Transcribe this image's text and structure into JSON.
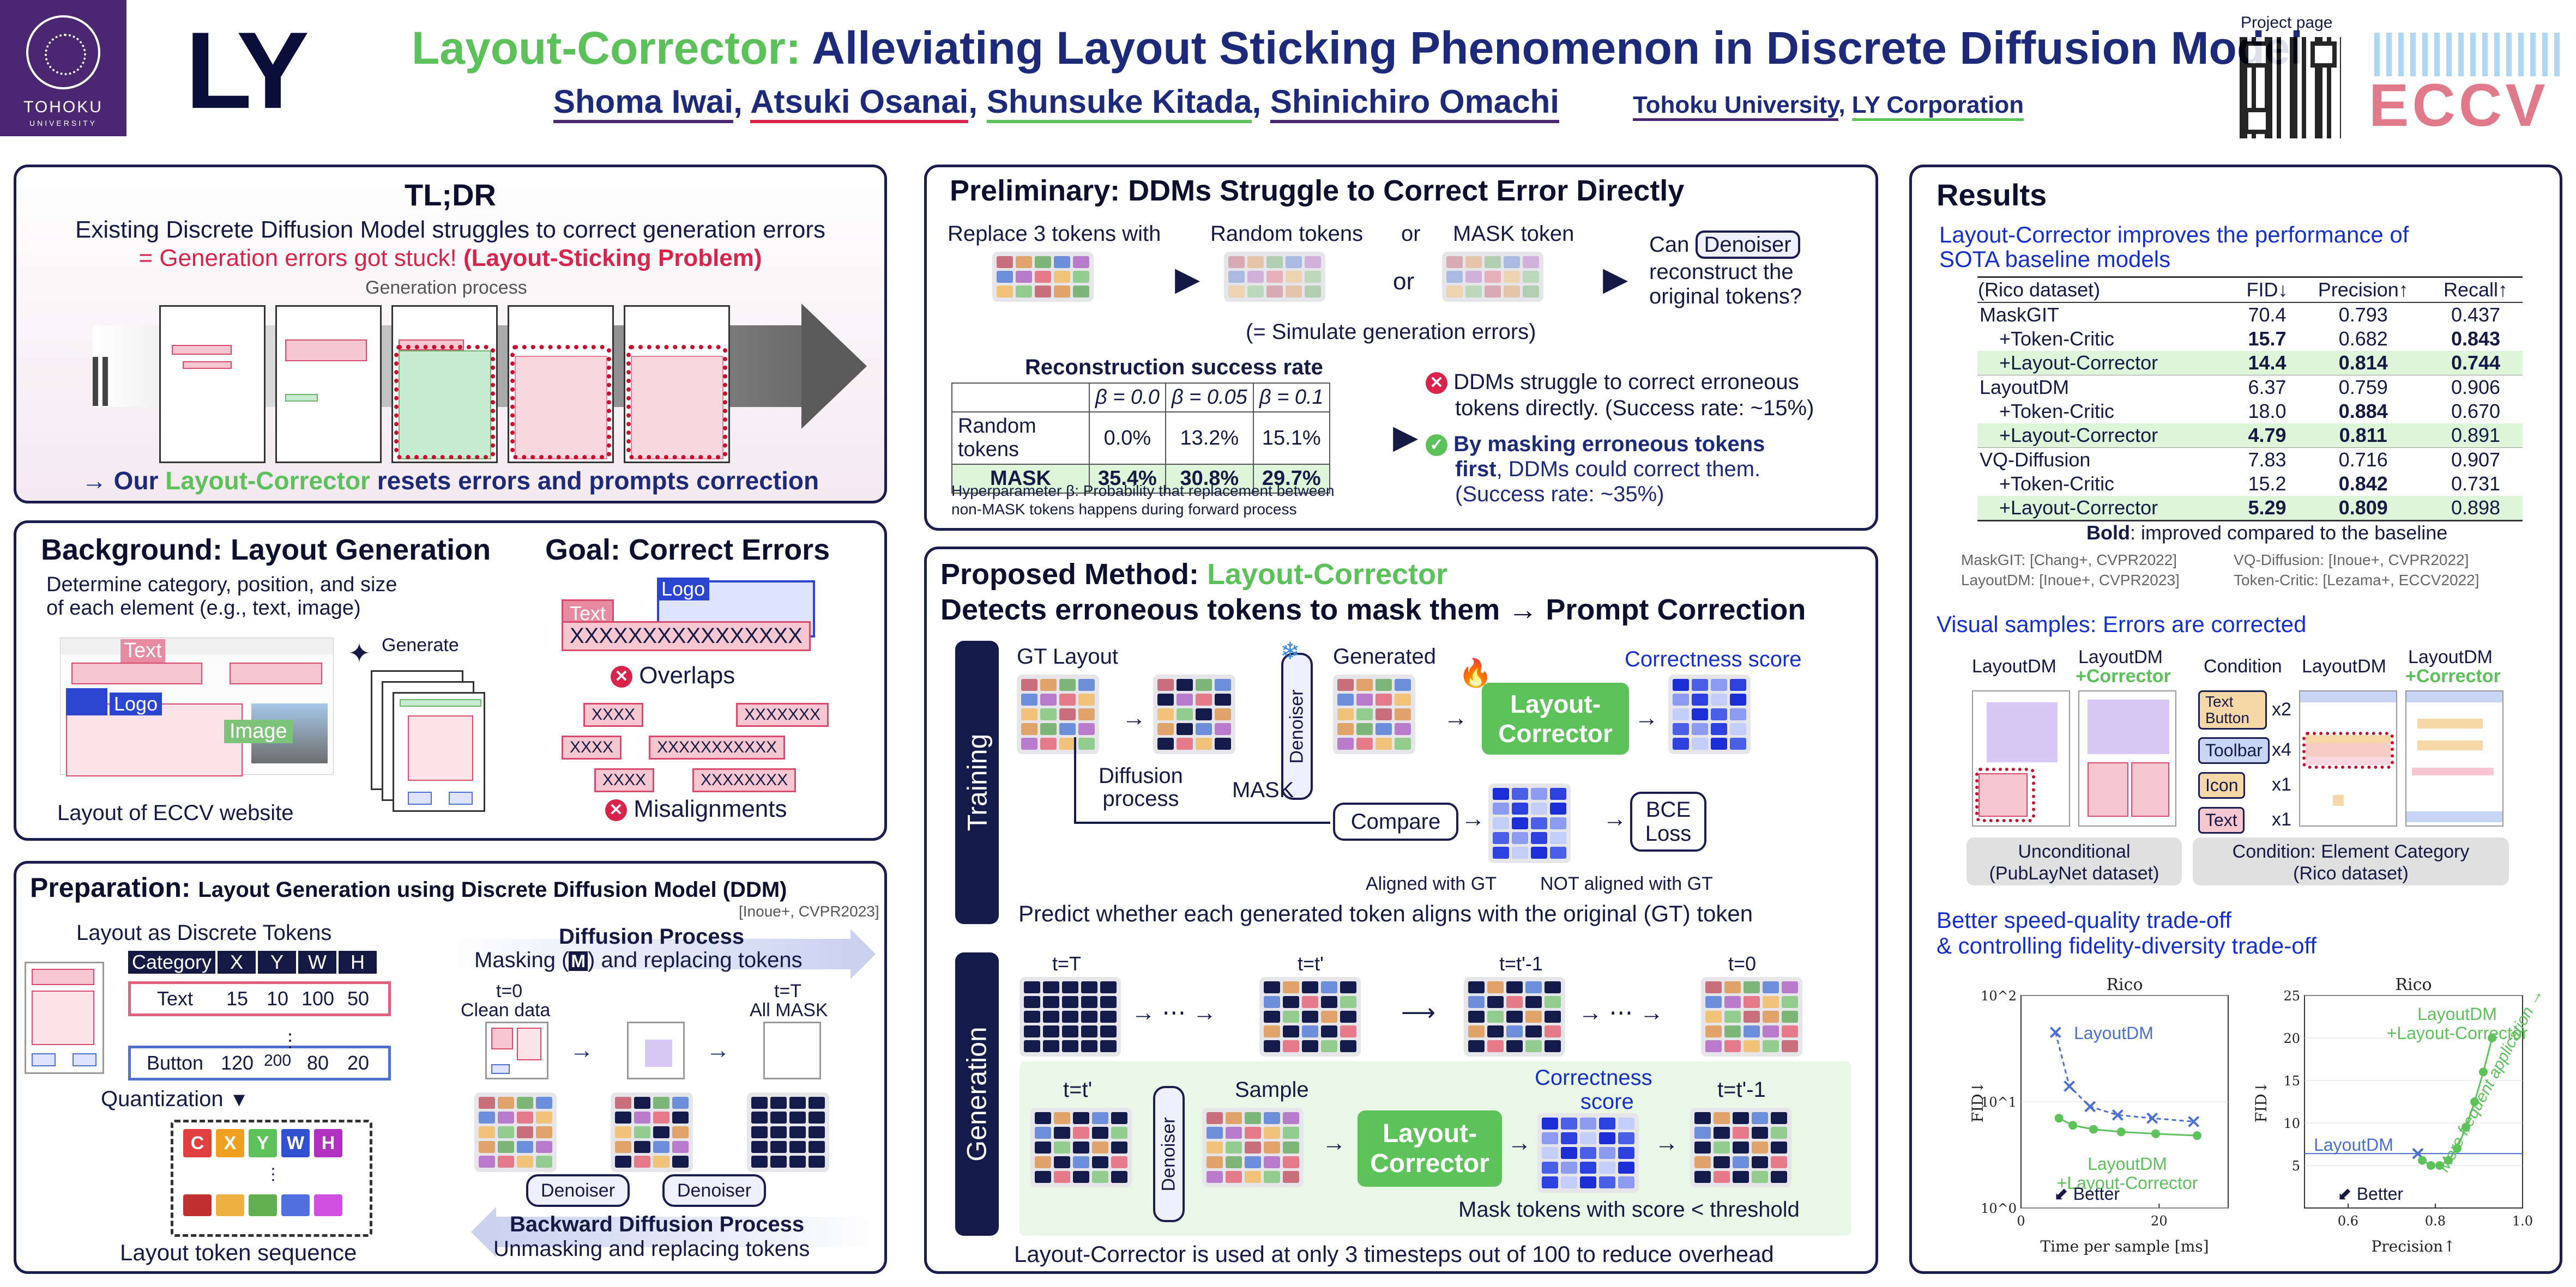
{
  "header": {
    "tohoku_logo_text": "TOHOKU",
    "tohoku_logo_sub": "UNIVERSITY",
    "ly_logo": "LY",
    "title_green": "Layout-Corrector:",
    "title_rest": " Alleviating Layout Sticking Phenomenon in Discrete Diffusion Model",
    "authors": [
      "Shoma Iwai",
      "Atsuki Osanai",
      "Shunsuke Kitada",
      "Shinichiro Omachi"
    ],
    "affiliations": [
      "Tohoku University",
      "LY Corporation"
    ],
    "project_page": "Project page",
    "eccv": "ECCV"
  },
  "tldr": {
    "title": "TL;DR",
    "line1": "Existing Discrete Diffusion Model struggles to correct generation errors",
    "line2_a": "= Generation errors got stuck! ",
    "line2_b": "(Layout-Sticking Problem)",
    "process_label": "Generation process",
    "bottom_a": "→ Our ",
    "bottom_b": "Layout-Corrector",
    "bottom_c": " resets errors and prompts correction"
  },
  "background": {
    "title": "Background: Layout Generation",
    "desc1": "Determine category, position, and size",
    "desc2": "of each element (e.g., text, image)",
    "labels": {
      "text": "Text",
      "logo": "Logo",
      "image": "Image",
      "generate": "Generate"
    },
    "caption": "Layout of ECCV website",
    "goal_title": "Goal: Correct Errors",
    "goal_logo": "Logo",
    "goal_text": "Text",
    "overlap_x": "XXXXXXXXXXXXXXXX",
    "overlaps": "Overlaps",
    "misalignments": "Misalignments",
    "tokens": [
      "XXXX",
      "XXXXXXX",
      "XXXX",
      "XXXXXXXXXXX",
      "XXXX",
      "XXXXXXXX"
    ]
  },
  "preparation": {
    "title_a": "Preparation: ",
    "title_b": "Layout Generation using Discrete Diffusion Model (DDM)",
    "cite": "[Inoue+, CVPR2023]",
    "tokens_title": "Layout as Discrete Tokens",
    "headers": [
      "Category",
      "X",
      "Y",
      "W",
      "H"
    ],
    "row1": [
      "Text",
      "15",
      "10",
      "100",
      "50"
    ],
    "row2": [
      "Button",
      "120",
      "200",
      "80",
      "20"
    ],
    "quantization": "Quantization",
    "token_letters": [
      "C",
      "X",
      "Y",
      "W",
      "H"
    ],
    "sequence_label": "Layout token sequence",
    "diffusion_title": "Diffusion Process",
    "diffusion_sub_a": "Masking (",
    "diffusion_sub_m": "M",
    "diffusion_sub_b": ") and replacing tokens",
    "t0": "t=0",
    "clean": "Clean data",
    "tT": "t=T",
    "allmask": "All MASK",
    "denoiser": "Denoiser",
    "backward_title": "Backward Diffusion Process",
    "backward_sub": "Unmasking and replacing tokens"
  },
  "preliminary": {
    "title": "Preliminary: DDMs Struggle to Correct Error Directly",
    "replace": "Replace 3 tokens with",
    "random": "Random tokens",
    "or": "or",
    "mask": "MASK token",
    "simulate": "(= Simulate generation errors)",
    "can": "Can",
    "denoiser": "Denoiser",
    "reconstruct1": "reconstruct the",
    "reconstruct2": "original tokens?",
    "table_title": "Reconstruction success rate",
    "betas": [
      "β = 0.0",
      "β = 0.05",
      "β = 0.1"
    ],
    "row_random": [
      "Random tokens",
      "0.0%",
      "13.2%",
      "15.1%"
    ],
    "row_mask": [
      "MASK",
      "35.4%",
      "30.8%",
      "29.7%"
    ],
    "hyper1": "Hyperparameter β: Probability that replacement between",
    "hyper2": "non-MASK tokens happens during forward process",
    "point1a": "DDMs struggle to correct erroneous",
    "point1b": "tokens directly. (Success rate: ~15%)",
    "point2a": "By masking erroneous tokens",
    "point2b": "first",
    "point2c": ", DDMs could correct them.",
    "point2d": "(Success rate: ~35%)"
  },
  "method": {
    "title_a": "Proposed Method: ",
    "title_b": "Layout-Corrector",
    "subtitle": "Detects erroneous tokens to mask them → Prompt Correction",
    "training": "Training",
    "generation": "Generation",
    "gt_layout": "GT Layout",
    "generated": "Generated",
    "correctness": "Correctness score",
    "diffusion1": "Diffusion",
    "diffusion2": "process",
    "mask": "MASK",
    "denoiser": "Denoiser",
    "corrector": "Layout-Corrector",
    "compare": "Compare",
    "bce": "BCE Loss",
    "aligned": "Aligned with GT",
    "not_aligned": "NOT aligned with GT",
    "predict": "Predict whether each generated token aligns with the original (GT) token",
    "times": [
      "t=T",
      "t=t'",
      "t=t'-1",
      "t=0"
    ],
    "dots": "⋯",
    "sample": "Sample",
    "gen_t": "t=t'",
    "gen_t1": "t=t'-1",
    "score1": "Correctness",
    "score2": "score",
    "mask_thr": "Mask tokens with score < threshold",
    "bottom": "Layout-Corrector is used at only 3 timesteps out of 100 to reduce overhead"
  },
  "results": {
    "title": "Results",
    "sub1": "Layout-Corrector improves the performance of",
    "sub2": "SOTA baseline models",
    "headers": [
      "(Rico dataset)",
      "FID↓",
      "Precision↑",
      "Recall↑"
    ],
    "rows": [
      {
        "name": "MaskGIT",
        "v": [
          "70.4",
          "0.793",
          "0.437"
        ],
        "b": [
          false,
          false,
          false
        ],
        "hl": false,
        "ind": false
      },
      {
        "name": "+Token-Critic",
        "v": [
          "15.7",
          "0.682",
          "0.843"
        ],
        "b": [
          true,
          false,
          true
        ],
        "hl": false,
        "ind": true
      },
      {
        "name": "+Layout-Corrector",
        "v": [
          "14.4",
          "0.814",
          "0.744"
        ],
        "b": [
          true,
          true,
          true
        ],
        "hl": true,
        "ind": true
      },
      {
        "name": "LayoutDM",
        "v": [
          "6.37",
          "0.759",
          "0.906"
        ],
        "b": [
          false,
          false,
          false
        ],
        "hl": false,
        "ind": false
      },
      {
        "name": "+Token-Critic",
        "v": [
          "18.0",
          "0.884",
          "0.670"
        ],
        "b": [
          false,
          true,
          false
        ],
        "hl": false,
        "ind": true
      },
      {
        "name": "+Layout-Corrector",
        "v": [
          "4.79",
          "0.811",
          "0.891"
        ],
        "b": [
          true,
          true,
          false
        ],
        "hl": true,
        "ind": true
      },
      {
        "name": "VQ-Diffusion",
        "v": [
          "7.83",
          "0.716",
          "0.907"
        ],
        "b": [
          false,
          false,
          false
        ],
        "hl": false,
        "ind": false
      },
      {
        "name": "+Token-Critic",
        "v": [
          "15.2",
          "0.842",
          "0.731"
        ],
        "b": [
          false,
          true,
          false
        ],
        "hl": false,
        "ind": true
      },
      {
        "name": "+Layout-Corrector",
        "v": [
          "5.29",
          "0.809",
          "0.898"
        ],
        "b": [
          true,
          true,
          false
        ],
        "hl": true,
        "ind": true
      }
    ],
    "bold_note_a": "Bold",
    "bold_note_b": ": improved compared to the baseline",
    "refs": [
      "MaskGIT: [Chang+, CVPR2022]",
      "VQ-Diffusion: [Inoue+, CVPR2022]",
      "LayoutDM: [Inoue+, CVPR2023]",
      "Token-Critic: [Lezama+, ECCV2022]"
    ],
    "visual_title": "Visual samples: Errors are corrected",
    "layoutdm": "LayoutDM",
    "plus_corrector": "+Corrector",
    "condition": "Condition",
    "cats": [
      {
        "label": "Text Button",
        "n": "x2",
        "color": "#f6d7a8"
      },
      {
        "label": "Toolbar",
        "n": "x4",
        "color": "#c9d5f5"
      },
      {
        "label": "Icon",
        "n": "x1",
        "color": "#f6d7a8"
      },
      {
        "label": "Text",
        "n": "x1",
        "color": "#f6c7d1"
      }
    ],
    "uncond": "Unconditional",
    "publaynet": "(PubLayNet dataset)",
    "cond_cat": "Condition: Element Category",
    "rico_ds": "(Rico dataset)",
    "tradeoff1": "Better speed-quality trade-off",
    "tradeoff2": "& controlling fidelity-diversity trade-off"
  },
  "chart_data": [
    {
      "type": "line",
      "title": "Rico",
      "xlabel": "Time per sample [ms]",
      "ylabel": "FID↓",
      "yscale": "log",
      "ylim": [
        1,
        100
      ],
      "xlim": [
        0,
        30
      ],
      "xticks": [
        "0",
        "20"
      ],
      "yticks": [
        "10^0",
        "10^1",
        "10^2"
      ],
      "series": [
        {
          "name": "LayoutDM",
          "color": "#4a6fd1",
          "marker": "x",
          "x": [
            5,
            7,
            10,
            14,
            19,
            25
          ],
          "y": [
            45,
            14,
            9,
            7.5,
            7,
            6.5
          ]
        },
        {
          "name": "LayoutDM +Layout-Corrector",
          "color": "#5ec25b",
          "marker": "o",
          "x": [
            5.5,
            7.5,
            10.5,
            14.5,
            19.5,
            25.5
          ],
          "y": [
            7,
            6,
            5.5,
            5.2,
            5,
            4.8
          ]
        }
      ],
      "annotation": "Better"
    },
    {
      "type": "line",
      "title": "Rico",
      "xlabel": "Precision↑",
      "ylabel": "FID↓",
      "ylim": [
        0,
        25
      ],
      "xlim": [
        0.5,
        1.0
      ],
      "xticks": [
        "0.6",
        "0.8",
        "1.0"
      ],
      "yticks": [
        "5",
        "10",
        "15",
        "20",
        "25"
      ],
      "series": [
        {
          "name": "LayoutDM",
          "color": "#4a6fd1",
          "marker": "x",
          "x": [
            0.76
          ],
          "y": [
            6.4
          ]
        },
        {
          "name": "LayoutDM +Layout-Corrector",
          "color": "#5ec25b",
          "marker": "o",
          "x": [
            0.77,
            0.79,
            0.81,
            0.83,
            0.85,
            0.87,
            0.89,
            0.91,
            0.93
          ],
          "y": [
            5.6,
            5.0,
            5.0,
            5.6,
            7.0,
            9.5,
            12.5,
            16.0,
            20.0
          ]
        }
      ],
      "annotation": "Better",
      "annotation2": "More frequent application →"
    }
  ]
}
